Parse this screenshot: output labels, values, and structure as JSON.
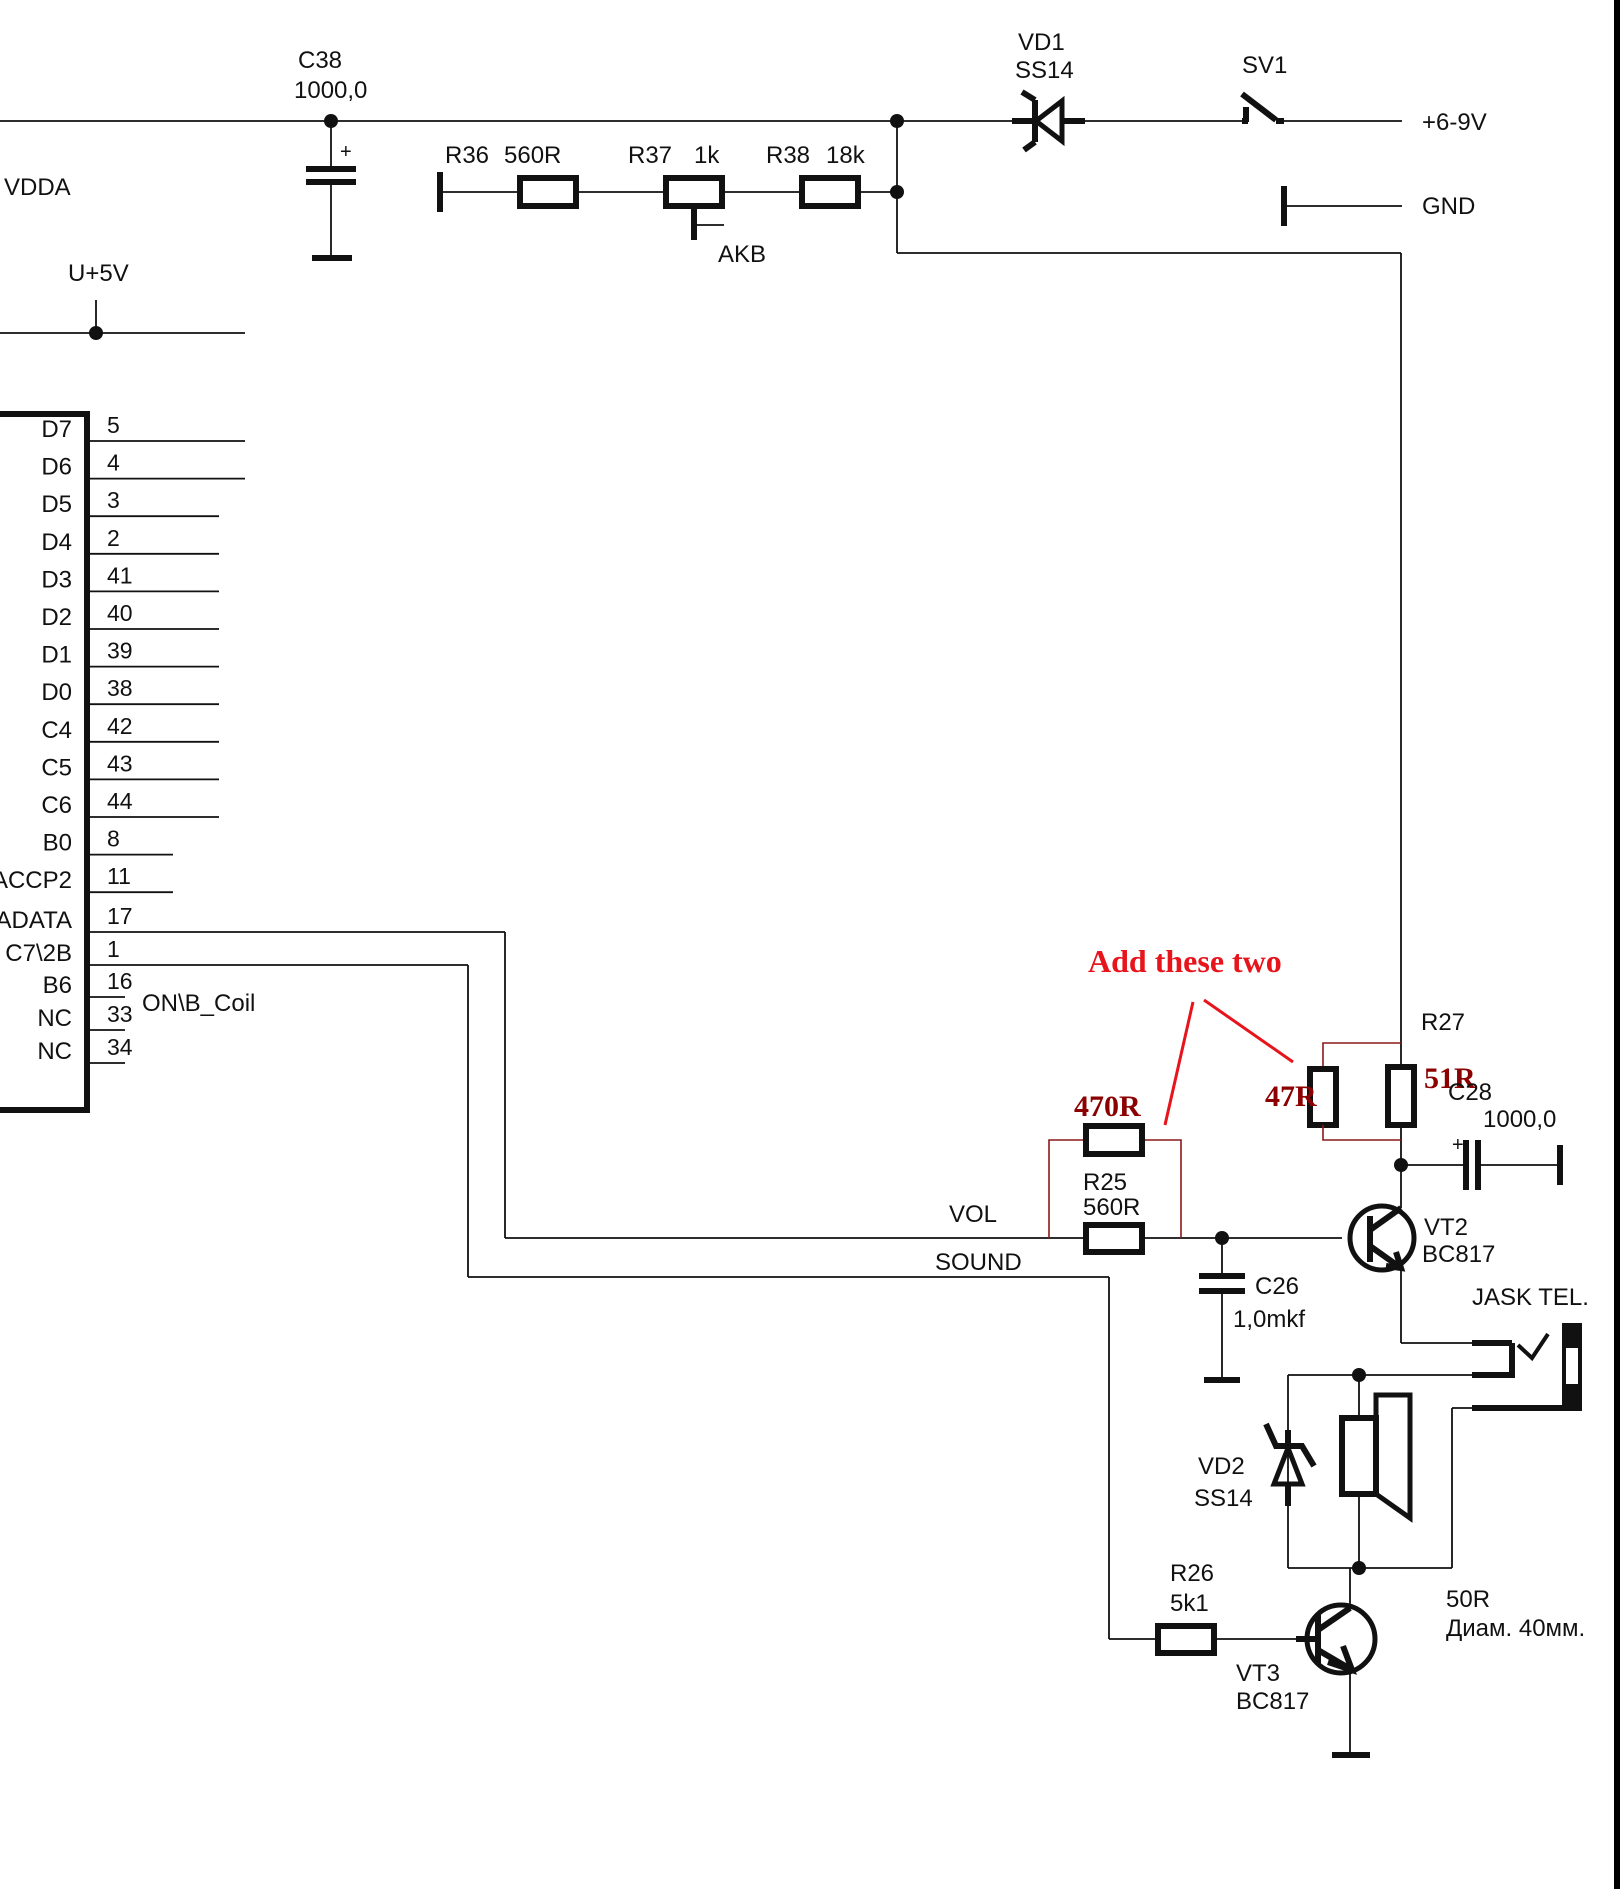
{
  "colors": {
    "wire": "#111111",
    "annotation_value": "#8b0000",
    "annotation_note": "#e8141c",
    "background": "#ffffff"
  },
  "power": {
    "vdda": "VDDA",
    "u5v": "U+5V",
    "supply": "+6-9V",
    "gnd": "GND",
    "akb": "AKB"
  },
  "components": {
    "c38": {
      "ref": "C38",
      "value": "1000,0",
      "polarity": "+"
    },
    "r36": {
      "ref": "R36",
      "value": "560R"
    },
    "r37": {
      "ref": "R37",
      "value": "1k"
    },
    "r38": {
      "ref": "R38",
      "value": "18k"
    },
    "vd1": {
      "ref": "VD1",
      "value": "SS14"
    },
    "sv1": {
      "ref": "SV1"
    },
    "r27": {
      "ref": "R27"
    },
    "c28": {
      "ref": "C28",
      "value": "1000,0",
      "polarity": "+"
    },
    "r25": {
      "ref": "R25",
      "value": "560R"
    },
    "c26": {
      "ref": "C26",
      "value": "1,0mkf"
    },
    "vt2": {
      "ref": "VT2",
      "value": "BC817"
    },
    "vt3": {
      "ref": "VT3",
      "value": "BC817"
    },
    "r26": {
      "ref": "R26",
      "value": "5k1"
    },
    "vd2": {
      "ref": "VD2",
      "value": "SS14"
    },
    "jack": {
      "ref": "JASK TEL."
    },
    "speaker": {
      "value": "50R",
      "size": "Диам. 40мм."
    }
  },
  "nets": {
    "vol": "VOL",
    "sound": "SOUND",
    "coil": "ON\\B_Coil"
  },
  "ic_pins": [
    {
      "name": "D7",
      "num": "5"
    },
    {
      "name": "D6",
      "num": "4"
    },
    {
      "name": "D5",
      "num": "3"
    },
    {
      "name": "D4",
      "num": "2"
    },
    {
      "name": "D3",
      "num": "41"
    },
    {
      "name": "D2",
      "num": "40"
    },
    {
      "name": "D1",
      "num": "39"
    },
    {
      "name": "D0",
      "num": "38"
    },
    {
      "name": "C4",
      "num": "42"
    },
    {
      "name": "C5",
      "num": "43"
    },
    {
      "name": "C6",
      "num": "44"
    },
    {
      "name": "B0",
      "num": "8"
    },
    {
      "name": "ACCP2",
      "num": "11"
    },
    {
      "name": "ADATA",
      "num": "17"
    },
    {
      "name": "C7\\2B",
      "num": "1"
    },
    {
      "name": "B6",
      "num": "16"
    },
    {
      "name": "NC",
      "num": "33"
    },
    {
      "name": "NC",
      "num": "34"
    }
  ],
  "annotations": {
    "note": "Add these two",
    "r_470": "470R",
    "r_47": "47R",
    "r_51": "51R"
  }
}
